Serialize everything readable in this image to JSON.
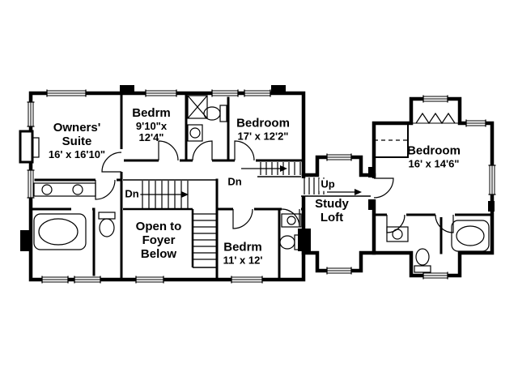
{
  "colors": {
    "background": "#ffffff",
    "line": "#000000"
  },
  "rooms": {
    "owners_suite": {
      "name_line1": "Owners'",
      "name_line2": "Suite",
      "dims": "16' x 16'10\""
    },
    "bedroom_2": {
      "name": "Bedrm",
      "dims_line1": "9'10\"x",
      "dims_line2": "12'4\""
    },
    "bedroom_3": {
      "name": "Bedroom",
      "dims": "17' x 12'2\""
    },
    "bedroom_4": {
      "name": "Bedrm",
      "dims": "11' x 12'"
    },
    "bedroom_5": {
      "name": "Bedroom",
      "dims": "16' x 14'6\""
    },
    "study_loft": {
      "name_line1": "Study",
      "name_line2": "Loft"
    },
    "foyer": {
      "line1": "Open to",
      "line2": "Foyer",
      "line3": "Below"
    }
  },
  "stairs": {
    "down_front": "Dn",
    "down_back": "Dn",
    "up": "Up"
  }
}
